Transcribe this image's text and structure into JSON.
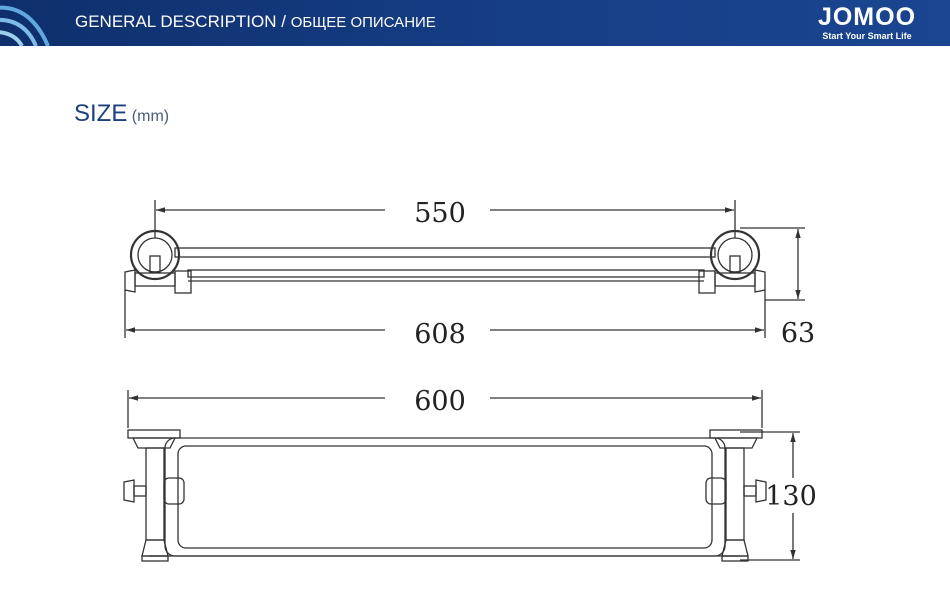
{
  "header": {
    "title_en": "GENERAL DESCRIPTION",
    "separator": " / ",
    "title_ru": "ОБЩЕЕ ОПИСАНИЕ",
    "logo": "JOMOO",
    "tagline": "Start Your Smart Life"
  },
  "section": {
    "title": "SIZE",
    "unit": "(mm)"
  },
  "dimensions": {
    "front_inner_width": "550",
    "front_overall_width": "608",
    "front_height": "63",
    "top_overall_width": "600",
    "top_depth": "130"
  },
  "colors": {
    "header_bg": "#163e86",
    "heading_blue": "#1c3f7e",
    "line": "#333333"
  }
}
